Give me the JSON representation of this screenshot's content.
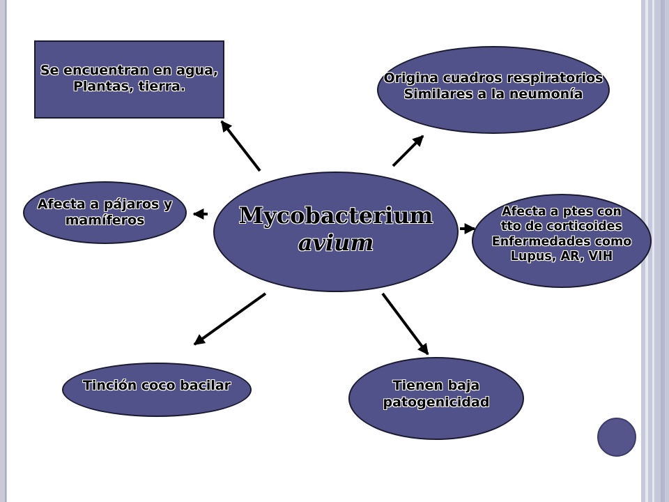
{
  "colors": {
    "node_fill": "#52528a",
    "node_border": "#1a1a30",
    "arrow": "#000000",
    "frame": "#c5c8d8",
    "accent_circle": "#55558c"
  },
  "center": {
    "line1": "Mycobacterium",
    "line2": "avium"
  },
  "nodes": {
    "habitat": "Se encuentran en agua,\nPlantas, tierra.",
    "respiratory": "Origina cuadros respiratorios\nSimilares a la neumonía",
    "birds": "Afecta a pájaros y\nmamíferos",
    "corticoids": "Afecta a ptes con\n tto de corticoides\nEnfermedades como\nLupus, AR, VIH",
    "stain": "Tinción coco bacilar",
    "pathogenicity": "Tienen baja\n patogenicidad"
  }
}
